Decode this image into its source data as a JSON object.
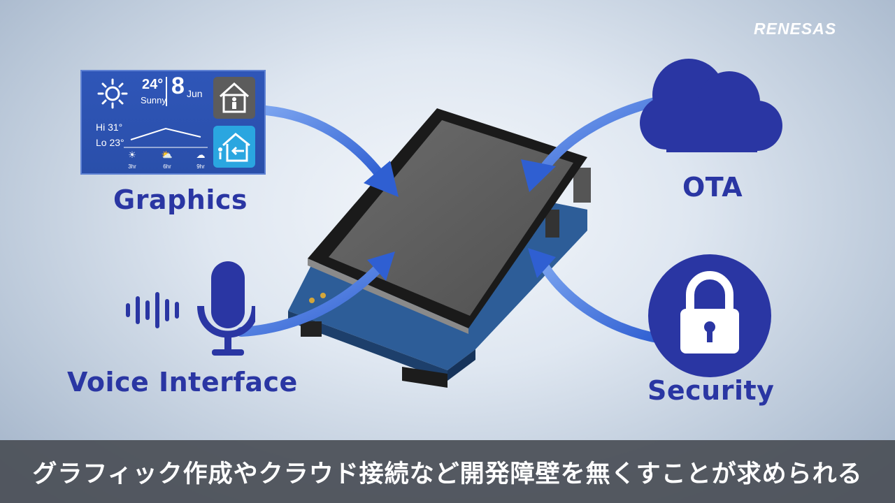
{
  "brand": {
    "logo": "RENESAS"
  },
  "weather": {
    "temp": "24°",
    "condition": "Sunny",
    "day": "8",
    "month": "Jun",
    "hi": "Hi 31°",
    "lo": "Lo 23°",
    "forecast": [
      "3hr",
      "6hr",
      "9hr"
    ]
  },
  "features": {
    "graphics": "Graphics",
    "ota": "OTA",
    "voice": "Voice Interface",
    "security": "Security"
  },
  "caption": "グラフィック作成やクラウド接続など開発障壁を無くすことが求められる",
  "colors": {
    "accent": "#2a36a3",
    "arrow": "#3a68d6",
    "panel": "#2f56b8"
  }
}
